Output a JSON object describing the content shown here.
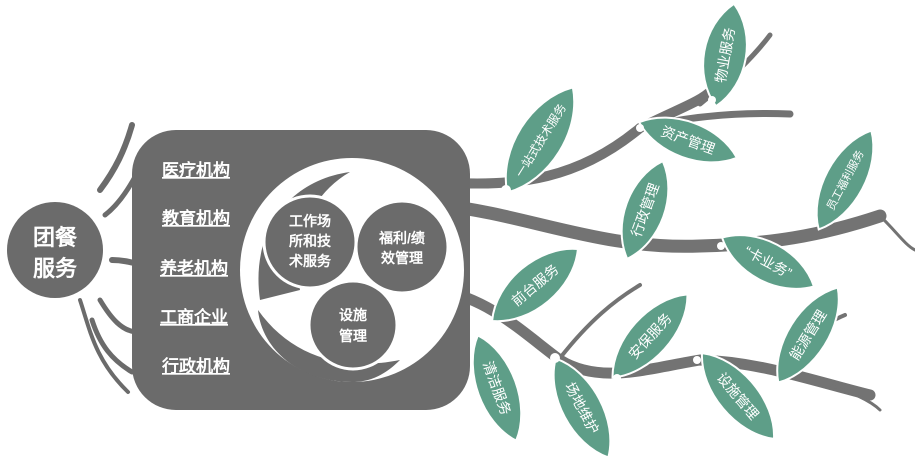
{
  "root": {
    "line1": "团餐",
    "line2": "服务"
  },
  "sectors": [
    "医疗机构",
    "教育机构",
    "养老机构",
    "工商企业",
    "行政机构"
  ],
  "core": {
    "work_site": [
      "工作场",
      "所和技",
      "术服务"
    ],
    "welfare": [
      "福利/绩",
      "效管理"
    ],
    "facility": [
      "设施",
      "管理"
    ]
  },
  "leaves": {
    "one_stop_tech": "一站式技术服务",
    "property": "物业服务",
    "asset": "资产管理",
    "admin": "行政管理",
    "employee_welfare": "员工福利服务",
    "card": "“卡业务”",
    "front_desk": "前台服务",
    "cleaning": "清洁服务",
    "site_maintenance": "场地维护",
    "security": "安保服务",
    "facility_mgmt": "设施管理",
    "energy": "能源管理"
  },
  "colors": {
    "trunk": "#6b6b6b",
    "branch": "#737373",
    "leaf": "#5e9e88",
    "leaf_edge": "#ffffff",
    "text": "#ffffff"
  }
}
